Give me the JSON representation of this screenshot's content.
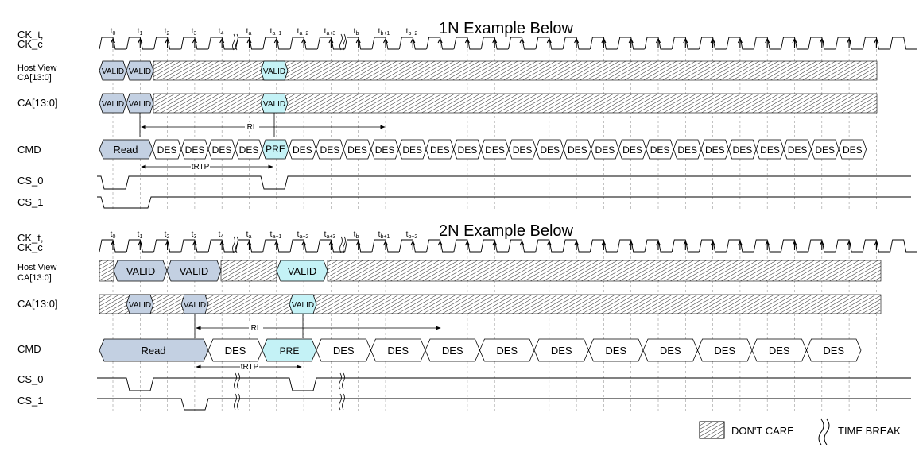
{
  "section1": {
    "title": "1N Example Below",
    "signals": {
      "ck_line1": "CK_t,",
      "ck_line2": "CK_c",
      "host_line1": "Host View",
      "host_line2": "CA[13:0]",
      "ca": "CA[13:0]",
      "cmd": "CMD",
      "cs0": "CS_0",
      "cs1": "CS_1"
    },
    "ticks": [
      {
        "b": "t",
        "s": "0"
      },
      {
        "b": "t",
        "s": "1"
      },
      {
        "b": "t",
        "s": "2"
      },
      {
        "b": "t",
        "s": "3"
      },
      {
        "b": "t",
        "s": "4"
      },
      {
        "b": "t",
        "s": "a"
      },
      {
        "b": "t",
        "s": "a+1"
      },
      {
        "b": "t",
        "s": "a+2"
      },
      {
        "b": "t",
        "s": "a+3"
      },
      {
        "b": "t",
        "s": "b"
      },
      {
        "b": "t",
        "s": "b+1"
      },
      {
        "b": "t",
        "s": "b+2"
      }
    ],
    "valid": "VALID",
    "cmd": {
      "read": "Read",
      "des": "DES",
      "pre": "PRE"
    },
    "rl": "RL",
    "trtp": "tRTP"
  },
  "section2": {
    "title": "2N Example Below",
    "signals": {
      "ck_line1": "CK_t,",
      "ck_line2": "CK_c",
      "host_line1": "Host View",
      "host_line2": "CA[13:0]",
      "ca": "CA[13:0]",
      "cmd": "CMD",
      "cs0": "CS_0",
      "cs1": "CS_1"
    },
    "ticks": [
      {
        "b": "t",
        "s": "0"
      },
      {
        "b": "t",
        "s": "1"
      },
      {
        "b": "t",
        "s": "2"
      },
      {
        "b": "t",
        "s": "3"
      },
      {
        "b": "t",
        "s": "4"
      },
      {
        "b": "t",
        "s": "a"
      },
      {
        "b": "t",
        "s": "a+1"
      },
      {
        "b": "t",
        "s": "a+2"
      },
      {
        "b": "t",
        "s": "a+3"
      },
      {
        "b": "t",
        "s": "b"
      },
      {
        "b": "t",
        "s": "b+1"
      },
      {
        "b": "t",
        "s": "b+2"
      }
    ],
    "valid": "VALID",
    "cmd": {
      "read": "Read",
      "des": "DES",
      "pre": "PRE"
    },
    "rl": "RL",
    "trtp": "tRTP"
  },
  "legend": {
    "dont_care": "DON'T CARE",
    "time_break": "TIME BREAK"
  },
  "colors": {
    "valid_fill": "#c3d0e2",
    "pre_fill": "#c4f2f6",
    "read_fill": "#c3d0e2",
    "line": "#000000",
    "grid": "#999999"
  }
}
